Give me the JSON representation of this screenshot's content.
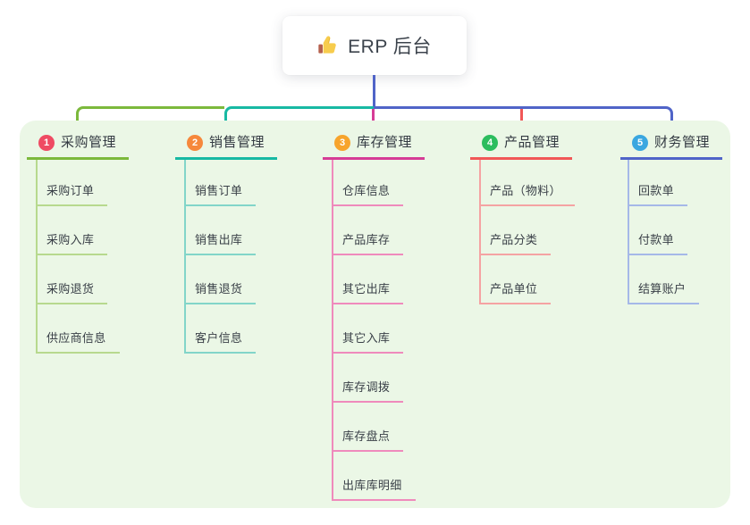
{
  "root": {
    "label": "ERP 后台",
    "icon": "thumbs-up"
  },
  "branches": [
    {
      "num": "1",
      "title": "采购管理",
      "badge_color": "#ef4b63",
      "line_color": "#7cb93c",
      "child_line_color": "#b7d98e",
      "children": [
        "采购订单",
        "采购入库",
        "采购退货",
        "供应商信息"
      ]
    },
    {
      "num": "2",
      "title": "销售管理",
      "badge_color": "#f6883c",
      "line_color": "#17b9a3",
      "child_line_color": "#82d5c9",
      "children": [
        "销售订单",
        "销售出库",
        "销售退货",
        "客户信息"
      ]
    },
    {
      "num": "3",
      "title": "库存管理",
      "badge_color": "#f7a42c",
      "line_color": "#d63c96",
      "child_line_color": "#ef8abc",
      "children": [
        "仓库信息",
        "产品库存",
        "其它出库",
        "其它入库",
        "库存调拨",
        "库存盘点",
        "出库库明细"
      ]
    },
    {
      "num": "4",
      "title": "产品管理",
      "badge_color": "#2cbd5e",
      "line_color": "#f15757",
      "child_line_color": "#f5a3a3",
      "children": [
        "产品（物料）",
        "产品分类",
        "产品单位"
      ]
    },
    {
      "num": "5",
      "title": "财务管理",
      "badge_color": "#3aa7e0",
      "line_color": "#5064c8",
      "child_line_color": "#a5b8e8",
      "children": [
        "回款单",
        "付款单",
        "结算账户"
      ]
    }
  ],
  "colors": {
    "canvas_bg": "#ffffff",
    "panel_bg": "#ebf7e6",
    "root_line": "#5064c8",
    "text": "#3a4048"
  }
}
